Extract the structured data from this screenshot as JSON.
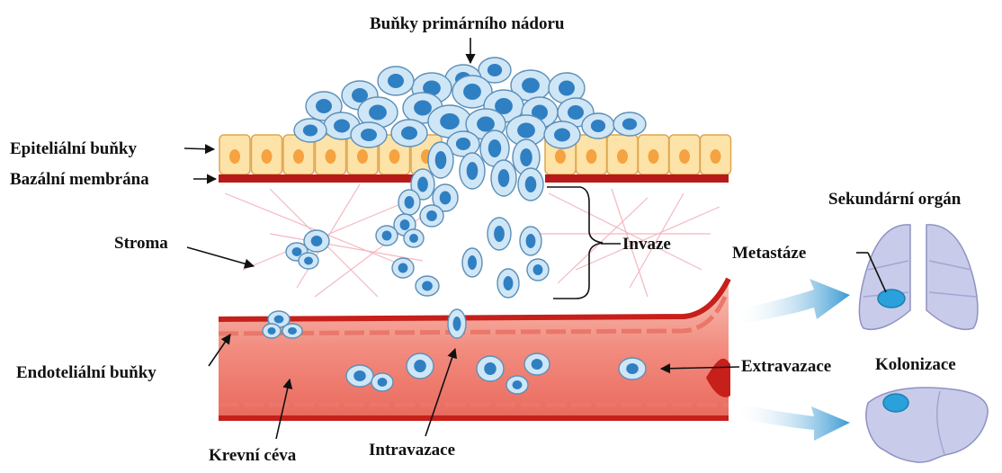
{
  "labels": {
    "primary_tumor": "Buňky primárního nádoru",
    "epithelial": "Epiteliální buňky",
    "basement": "Bazální membrána",
    "stroma": "Stroma",
    "invasion": "Invaze",
    "endothelial": "Endoteliální buňky",
    "vessel": "Krevní céva",
    "intravasation": "Intravazace",
    "extravasation": "Extravazace",
    "secondary_organ": "Sekundární orgán",
    "metastasis": "Metastáze",
    "colonization": "Kolonizace"
  },
  "colors": {
    "cell_fill": "#cfe6f6",
    "cell_stroke": "#5c8fb8",
    "nucleus": "#2f7fc3",
    "epi_fill": "#fde3a8",
    "epi_stroke": "#e0a64e",
    "epi_nucleus": "#f4a340",
    "membrane": "#b81a1a",
    "vessel_wall": "#d92f24",
    "vessel_inner": "#f6b4a8",
    "organ_fill": "#c9cbea",
    "organ_stroke": "#8f92c2",
    "arrow_blue": "#4ea8d8",
    "fiber": "#f1a7b2"
  }
}
